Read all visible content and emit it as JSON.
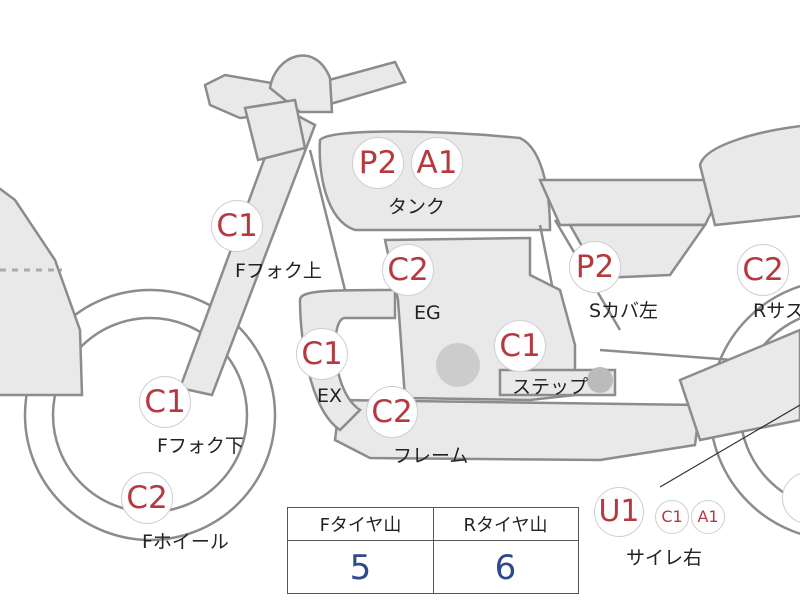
{
  "markers": {
    "fork_upper": "C1",
    "tank_p": "P2",
    "tank_a": "A1",
    "eg": "C2",
    "side_cover": "P2",
    "rear_susp": "C2",
    "ex": "C1",
    "step": "C1",
    "fork_lower": "C1",
    "frame": "C2",
    "front_wheel": "C2",
    "muffler_u": "U1",
    "muffler_c": "C1",
    "muffler_a": "A1"
  },
  "labels": {
    "tank": "タンク",
    "fork_upper": "Fフォク上",
    "eg": "EG",
    "side_cover": "Sカバ左",
    "rear_susp": "Rサス",
    "ex": "EX",
    "step": "ステップ",
    "fork_lower": "Fフォク下",
    "frame": "フレーム",
    "front_wheel": "Fホイール",
    "muffler": "サイレ右"
  },
  "tire_table": {
    "front_header": "Fタイヤ山",
    "rear_header": "Rタイヤ山",
    "front_value": "5",
    "rear_value": "6"
  },
  "colors": {
    "marker_text": "#b5393e",
    "tire_value": "#2c4a8c",
    "part_fill": "#e9e9e9",
    "part_stroke": "#8c8c8c"
  }
}
